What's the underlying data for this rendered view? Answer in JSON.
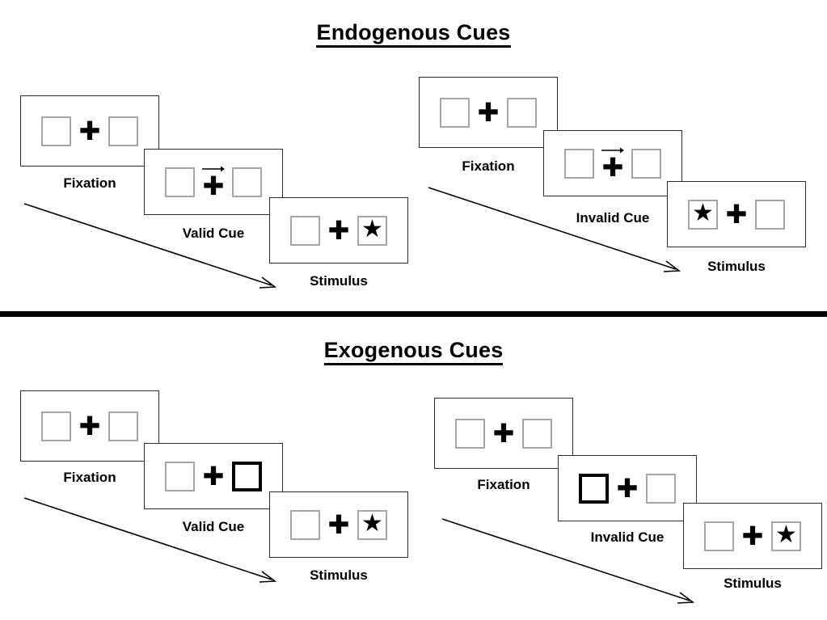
{
  "sections": [
    {
      "title": "Endogenous Cues",
      "cue_type": "arrow",
      "sequences": [
        {
          "name": "valid",
          "frames": [
            {
              "label": "Fixation",
              "left_box": "empty",
              "right_box": "empty",
              "cue": "none"
            },
            {
              "label": "Valid Cue",
              "left_box": "empty",
              "right_box": "empty",
              "cue": "arrow-right"
            },
            {
              "label": "Stimulus",
              "left_box": "empty",
              "right_box": "star",
              "cue": "none"
            }
          ]
        },
        {
          "name": "invalid",
          "frames": [
            {
              "label": "Fixation",
              "left_box": "empty",
              "right_box": "empty",
              "cue": "none"
            },
            {
              "label": "Invalid Cue",
              "left_box": "empty",
              "right_box": "empty",
              "cue": "arrow-right"
            },
            {
              "label": "Stimulus",
              "left_box": "star",
              "right_box": "empty",
              "cue": "none"
            }
          ]
        }
      ]
    },
    {
      "title": "Exogenous Cues",
      "cue_type": "box-flash",
      "sequences": [
        {
          "name": "valid",
          "frames": [
            {
              "label": "Fixation",
              "left_box": "empty",
              "right_box": "empty",
              "cue": "none"
            },
            {
              "label": "Valid Cue",
              "left_box": "empty",
              "right_box": "cued",
              "cue": "none"
            },
            {
              "label": "Stimulus",
              "left_box": "empty",
              "right_box": "star",
              "cue": "none"
            }
          ]
        },
        {
          "name": "invalid",
          "frames": [
            {
              "label": "Fixation",
              "left_box": "empty",
              "right_box": "empty",
              "cue": "none"
            },
            {
              "label": "Invalid Cue",
              "left_box": "cued",
              "right_box": "empty",
              "cue": "none"
            },
            {
              "label": "Stimulus",
              "left_box": "empty",
              "right_box": "star",
              "cue": "none"
            }
          ]
        }
      ]
    }
  ],
  "glyphs": {
    "plus": "✚",
    "star": "★"
  },
  "colors": {
    "frame_border": "#2b2b2b",
    "box_border": "#a6a6a6",
    "cued_box_border": "#000000",
    "ink": "#000000",
    "background": "#ffffff"
  }
}
